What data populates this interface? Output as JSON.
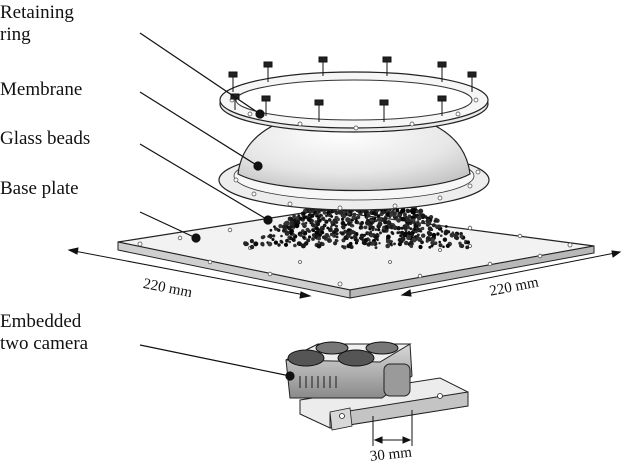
{
  "labels": {
    "retaining_ring": "Retaining\nring",
    "membrane": "Membrane",
    "glass_beads": "Glass beads",
    "base_plate": "Base plate",
    "embedded_camera": "Embedded\ntwo camera"
  },
  "dimensions": {
    "plate_width_left": "220 mm",
    "plate_width_right": "220 mm",
    "camera_spacing": "30 mm"
  }
}
